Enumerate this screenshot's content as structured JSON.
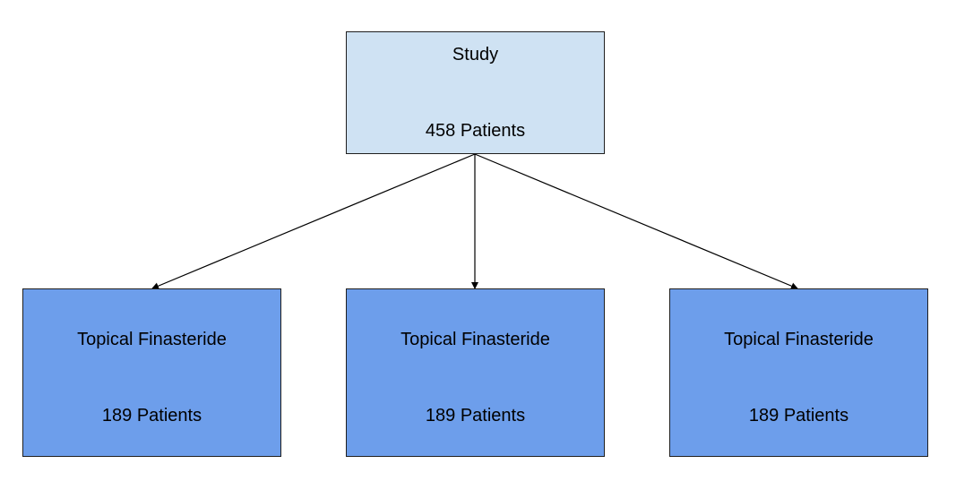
{
  "root": {
    "title": "Study",
    "count": "458 Patients"
  },
  "children": [
    {
      "title": "Topical Finasteride",
      "count": "189 Patients"
    },
    {
      "title": "Topical Finasteride",
      "count": "189 Patients"
    },
    {
      "title": "Topical Finasteride",
      "count": "189 Patients"
    }
  ],
  "colors": {
    "root_fill": "#cfe2f3",
    "child_fill": "#6d9eeb",
    "border": "#1f1f1f",
    "connector": "#000000"
  }
}
